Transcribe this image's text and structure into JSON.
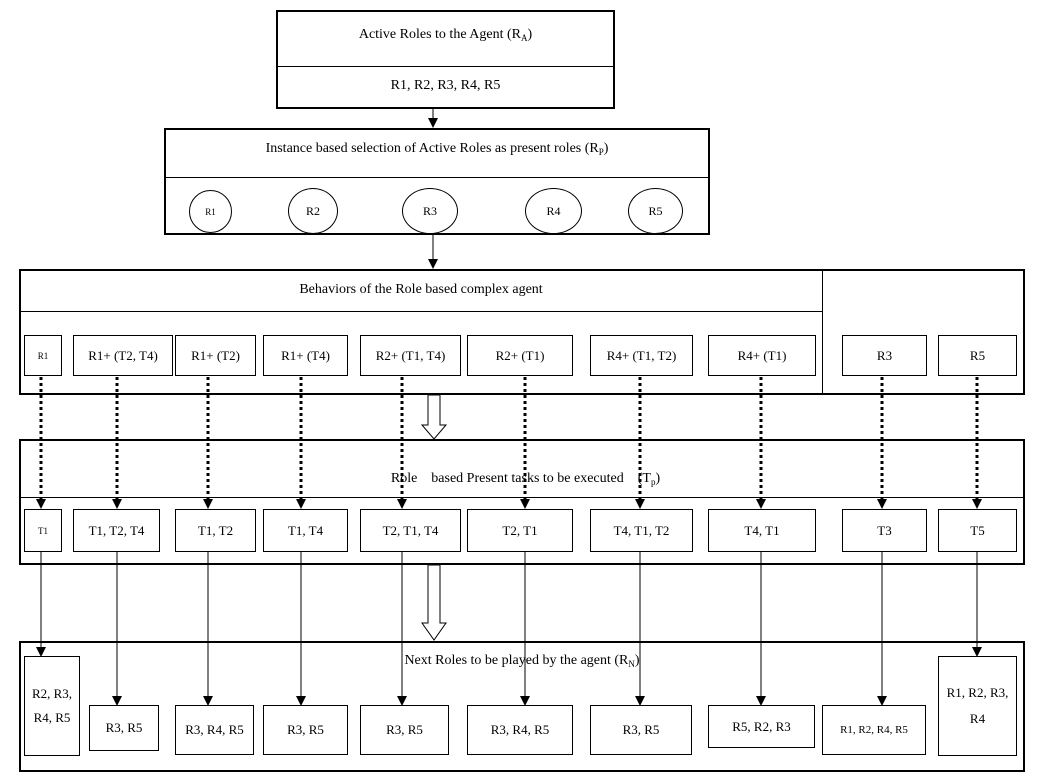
{
  "active_roles": {
    "title": "Active Roles to the Agent (R",
    "title_sub": "A",
    "title_end": ")",
    "value": "R1, R2, R3, R4, R5"
  },
  "present_roles": {
    "title": "Instance based selection of Active Roles as present roles (R",
    "title_sub": "P",
    "title_end": ")",
    "circles": [
      "R1",
      "R2",
      "R3",
      "R4",
      "R5"
    ]
  },
  "behaviors": {
    "title": "Behaviors of the Role based complex agent",
    "items": [
      "R1",
      "R1+ (T2, T4)",
      "R1+ (T2)",
      "R1+ (T4)",
      "R2+ (T1, T4)",
      "R2+ (T1)",
      "R4+ (T1, T2)",
      "R4+ (T1)",
      "R3",
      "R5"
    ]
  },
  "tasks": {
    "title": "Role    based Present tasks to be executed    (T",
    "title_sub": "p",
    "title_end": ")",
    "items": [
      "T1",
      "T1, T2, T4",
      "T1, T2",
      "T1, T4",
      "T2, T1, T4",
      "T2, T1",
      "T4, T1, T2",
      "T4, T1",
      "T3",
      "T5"
    ]
  },
  "next_roles": {
    "title": "Next Roles to be played by the agent (R",
    "title_sub": "N",
    "title_end": ")",
    "items": [
      "R2, R3, R4, R5",
      "R3, R5",
      "R3, R4, R5",
      "R3, R5",
      "R3, R5",
      "R3, R4, R5",
      "R3, R5",
      "R5, R2, R3",
      "R1, R2, R4, R5",
      "R1, R2, R3, R4"
    ]
  }
}
